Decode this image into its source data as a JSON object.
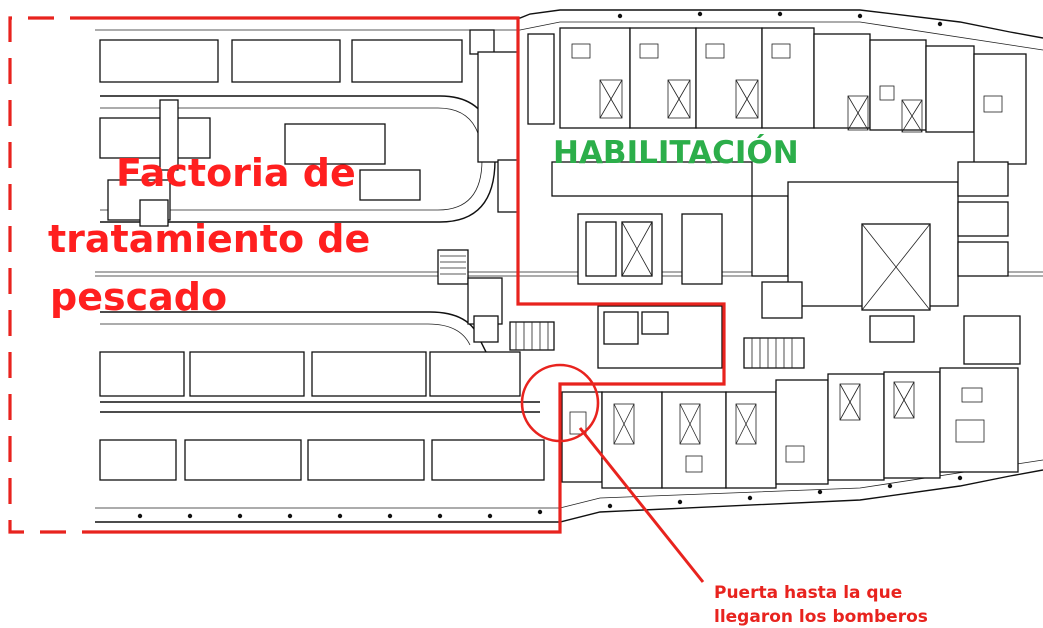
{
  "annotations": {
    "factory_label": [
      "Factoria de",
      "tratamiento de",
      "pescado"
    ],
    "accommodation_label": "HABILITACIÓN",
    "door_callout": [
      "Puerta hasta la que",
      "llegaron los bomberos"
    ]
  },
  "colors": {
    "factory_outline": "#e8231e",
    "factory_text": "#ff1f1f",
    "accommodation_text": "#2cae4a",
    "callout": "#e8231e",
    "drawing_ink": "#111111"
  }
}
